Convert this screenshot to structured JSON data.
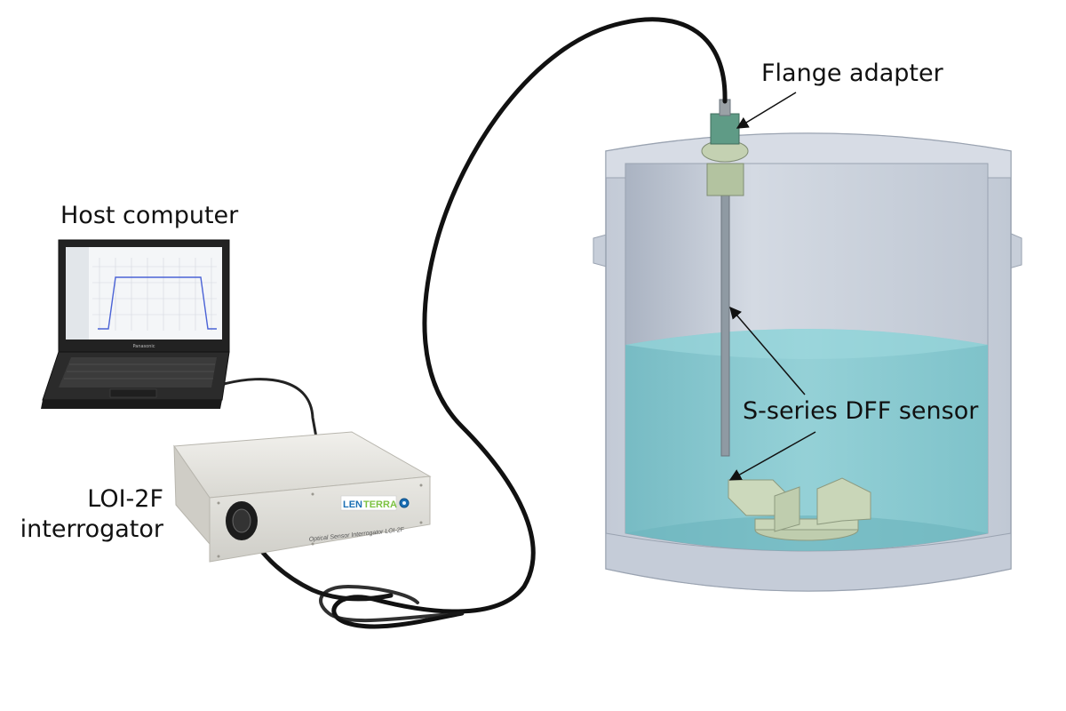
{
  "labels": {
    "host_computer": "Host computer",
    "interrogator_line1": "LOI-2F",
    "interrogator_line2": "interrogator",
    "flange_adapter": "Flange adapter",
    "sensor": "S-series DFF sensor"
  },
  "device_text": {
    "brand_a": "LEN",
    "brand_b": "TERRA",
    "panel": "Optical Sensor Interrogator LOI-2F",
    "laptop_brand": "Panasonic"
  },
  "colors": {
    "water": "#7ec8cf",
    "tank": "#c9d1de",
    "tank_inner": "#b8c1cf",
    "impeller": "#c9d6b8",
    "fiber": "#111111",
    "brand_blue": "#1b6fb4",
    "brand_green": "#7cc242"
  }
}
